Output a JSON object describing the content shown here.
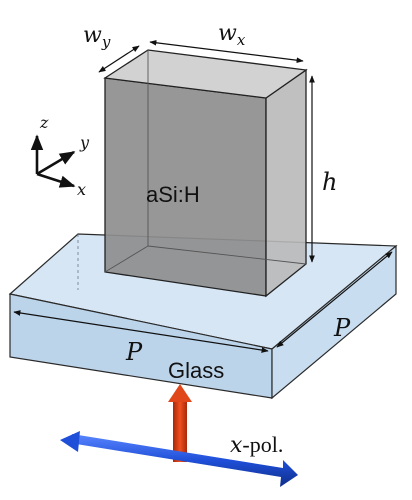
{
  "labels": {
    "wy_main": "w",
    "wy_sub": "y",
    "wx_main": "w",
    "wx_sub": "x",
    "h": "h",
    "material": "aSi:H",
    "period_front": "P",
    "period_side": "P",
    "substrate": "Glass",
    "pol_var": "x",
    "pol_text": "-pol."
  },
  "axes": {
    "z": "z",
    "y": "y",
    "x": "x"
  },
  "colors": {
    "glass_top": "#d6e6f5",
    "glass_front": "#bcd4ea",
    "glass_side": "#c8ddf0",
    "pillar_front": "#8e8e8e",
    "pillar_side": "#b9b9b9",
    "pillar_top": "#d2d2d2",
    "pol_arrow": "#1f4fd8",
    "incident_arrow": "#d83a12"
  }
}
